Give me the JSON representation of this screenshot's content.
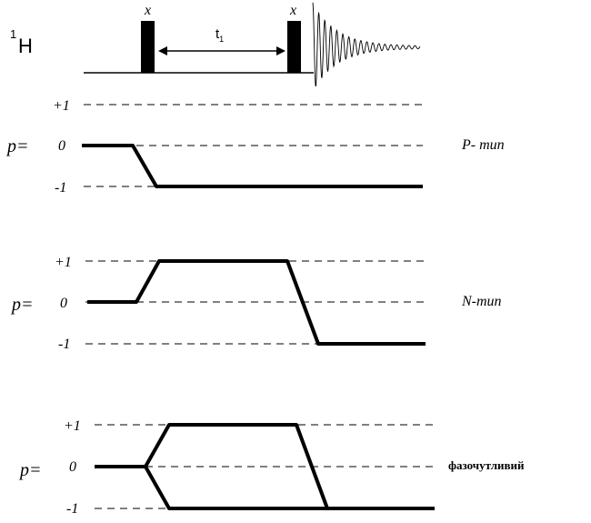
{
  "pulse_sequence": {
    "nucleus_label_sup": "1",
    "nucleus_label": "H",
    "pulse1_phase": "x",
    "pulse2_phase": "x",
    "delay_label": "t",
    "delay_sub": "1"
  },
  "pathways": [
    {
      "p_label": "p=",
      "levels": [
        "+1",
        "0",
        "-1"
      ],
      "type_label": "P- тип"
    },
    {
      "p_label": "p=",
      "levels": [
        "+1",
        "0",
        "-1"
      ],
      "type_label": "N-тип"
    },
    {
      "p_label": "p=",
      "levels": [
        "+1",
        "0",
        "-1"
      ],
      "type_label": "фазочутливий"
    }
  ],
  "colors": {
    "ink": "#000000",
    "background": "#ffffff"
  }
}
